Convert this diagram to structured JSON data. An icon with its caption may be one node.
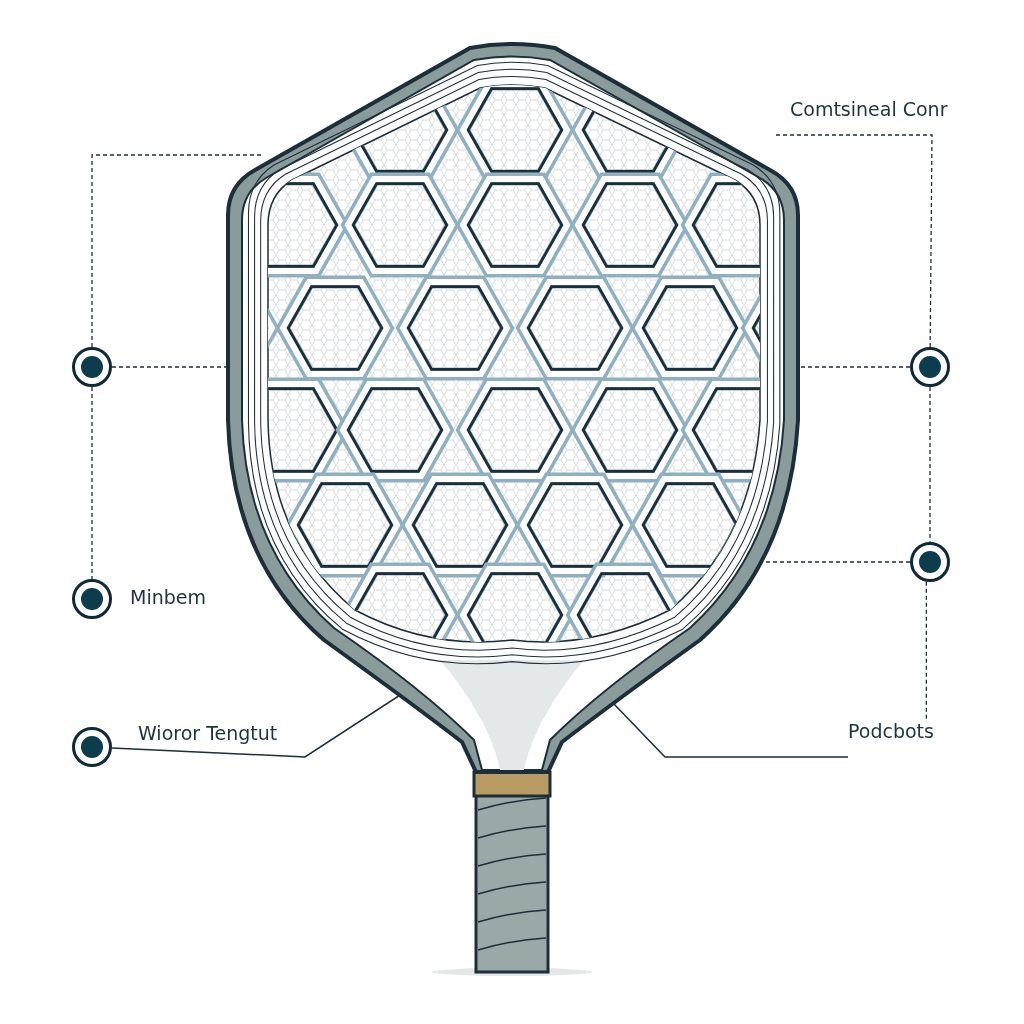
{
  "diagram": {
    "nodes": [
      {
        "text": [],
        "shape": "picture"
      },
      {
        "text": [
          "Comtsineal Conr"
        ]
      },
      {
        "text": [],
        "shape": "circle"
      },
      {
        "text": [],
        "shape": "circle"
      },
      {
        "text": [],
        "shape": "circle"
      },
      {
        "text": [],
        "shape": "circle"
      },
      {
        "text": [
          "Minbem"
        ]
      },
      {
        "text": [],
        "shape": "circle"
      },
      {
        "text": [
          "Wioror Tengtut"
        ]
      },
      {
        "text": [
          "Podcbots"
        ]
      }
    ],
    "edges": [
      {
        "from": 2,
        "to": 0,
        "arrow": "none",
        "style": "dashed"
      },
      {
        "from": 2,
        "to": 0,
        "arrow": "none",
        "style": "dashed"
      },
      {
        "from": 2,
        "to": 5,
        "arrow": "none",
        "style": "dashed"
      },
      {
        "from": 3,
        "to": 0,
        "arrow": "none",
        "style": "dashed"
      },
      {
        "from": 3,
        "to": 0,
        "arrow": "none",
        "style": "dashed"
      },
      {
        "from": 3,
        "to": 4,
        "arrow": "none",
        "style": "dashed"
      },
      {
        "from": 4,
        "to": 0,
        "arrow": "none",
        "style": "dashed"
      },
      {
        "from": 4,
        "to": 9,
        "arrow": "none",
        "style": "dashed"
      },
      {
        "from": 7,
        "to": 0,
        "arrow": "none"
      },
      {
        "from": 9,
        "to": 0,
        "arrow": "none"
      }
    ]
  }
}
